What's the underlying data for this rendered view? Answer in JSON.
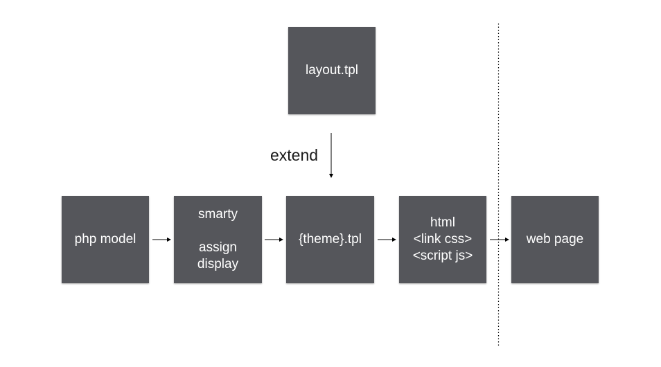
{
  "diagram": {
    "nodes": {
      "layout": {
        "label": "layout.tpl"
      },
      "php_model": {
        "label": "php model"
      },
      "smarty": {
        "line1": "smarty",
        "line2": "assign",
        "line3": "display"
      },
      "theme": {
        "label": "{theme}.tpl"
      },
      "html": {
        "line1": "html",
        "line2": "<link css>",
        "line3": "<script js>"
      },
      "web_page": {
        "label": "web page"
      }
    },
    "edges": {
      "extend_label": "extend"
    },
    "colors": {
      "box_fill": "#55565b",
      "box_text": "#ffffff",
      "arrow": "#000000"
    }
  }
}
